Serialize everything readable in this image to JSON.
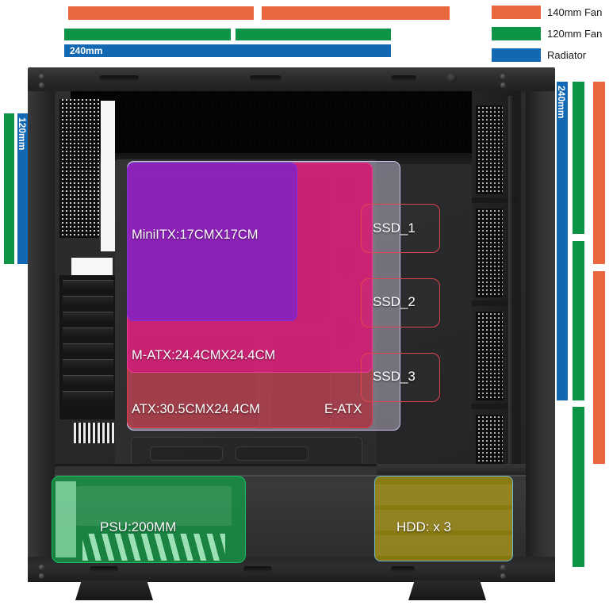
{
  "legend": {
    "items": [
      {
        "label": "140mm Fan",
        "color": "#e8673c",
        "icon": "orange-swatch"
      },
      {
        "label": "120mm Fan",
        "color": "#0e9447",
        "icon": "green-swatch"
      },
      {
        "label": "Radiator",
        "color": "#1268b3",
        "icon": "blue-swatch"
      }
    ]
  },
  "top_bars": {
    "radiator_label": "240mm",
    "orange_segments": 2,
    "green_segments": 2,
    "blue_segments": 1
  },
  "left_bars": {
    "radiator_label": "120mm"
  },
  "right_bars": {
    "radiator_label": "240mm",
    "orange_segments": 2,
    "green_segments": 3
  },
  "case": {
    "motherboard_overlays": [
      {
        "id": "atx",
        "label": "ATX:30.5CMX24.4CM",
        "color": "#c41423"
      },
      {
        "id": "matx",
        "label": "M-ATX:24.4CMX24.4CM",
        "color": "#e2118a"
      },
      {
        "id": "mitx",
        "label": "MiniITX:17CMX17CM",
        "color": "#7422d3"
      },
      {
        "id": "eatx",
        "label": "E-ATX",
        "color": "#e7def8"
      }
    ],
    "ssd_bays": [
      {
        "label": "SSD_1"
      },
      {
        "label": "SSD_2"
      },
      {
        "label": "SSD_3"
      }
    ],
    "psu": {
      "label": "PSU:200MM",
      "color": "#169646"
    },
    "hdd": {
      "label": "HDD: x 3",
      "color": "#a08c0a"
    }
  }
}
